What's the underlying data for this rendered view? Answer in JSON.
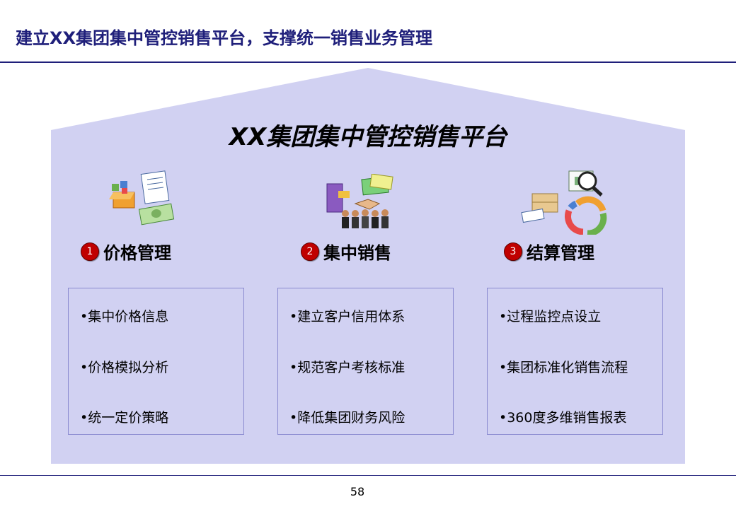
{
  "header": {
    "title": "建立XX集团集中管控销售平台，支撑统一销售业务管理"
  },
  "platform": {
    "title": "XX集团集中管控销售平台"
  },
  "pillars": [
    {
      "number": "1",
      "label": "价格管理",
      "icon": "pricing-documents-icon",
      "items": [
        "•集中价格信息",
        "•价格模拟分析",
        "•统一定价策略"
      ]
    },
    {
      "number": "2",
      "label": "集中销售",
      "icon": "sales-handshake-icon",
      "items": [
        "•建立客户信用体系",
        "•规范客户考核标准",
        "•降低集团财务风险"
      ]
    },
    {
      "number": "3",
      "label": "结算管理",
      "icon": "settlement-cycle-icon",
      "items": [
        "•过程监控点设立",
        "•集团标准化销售流程",
        "•360度多维销售报表"
      ]
    }
  ],
  "footer": {
    "page_number": "58"
  },
  "colors": {
    "title": "#1f1f7a",
    "house_fill": "#d1d1f2",
    "badge": "#c00000",
    "box_border": "#8a8ad0"
  }
}
